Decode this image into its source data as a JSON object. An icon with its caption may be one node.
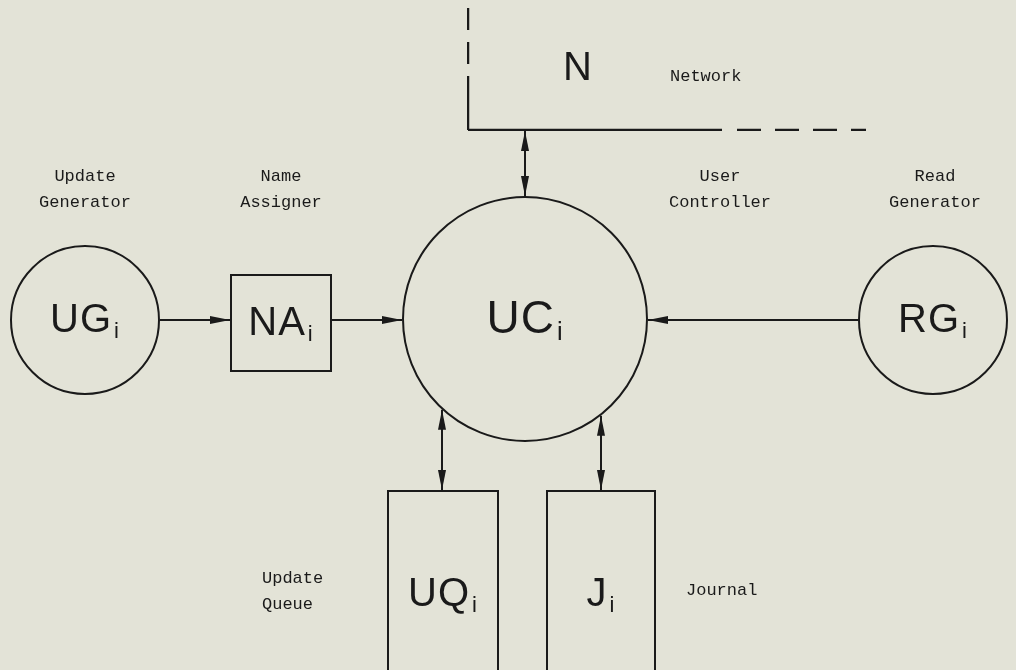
{
  "diagram": {
    "nodes": [
      {
        "text": [
          "N",
          "Network"
        ]
      },
      {
        "text": [
          "UG$_{i}$"
        ],
        "beside": [
          "Update Generator"
        ]
      },
      {
        "text": [
          "NA$_{i}$"
        ],
        "beside": [
          "Name Assigner"
        ]
      },
      {
        "text": [
          "UC$_{i}$"
        ],
        "beside": [
          "User Controller"
        ]
      },
      {
        "text": [
          "RG$_{i}$"
        ],
        "beside": [
          "Read Generator"
        ]
      },
      {
        "text": [
          "UQ$_{i}$"
        ],
        "beside": [
          "Update Queue"
        ]
      },
      {
        "text": [
          "J$_{i}$"
        ],
        "beside": [
          "Journal"
        ]
      }
    ],
    "edges": [
      {
        "from": 1,
        "to": 2,
        "arrow": "to"
      },
      {
        "from": 2,
        "to": 3,
        "arrow": "to"
      },
      {
        "from": 4,
        "to": 3,
        "arrow": "to"
      },
      {
        "from": 0,
        "to": 3,
        "arrow": "both"
      },
      {
        "from": 3,
        "to": 5,
        "arrow": "both"
      },
      {
        "from": 3,
        "to": 6,
        "arrow": "both"
      }
    ]
  }
}
